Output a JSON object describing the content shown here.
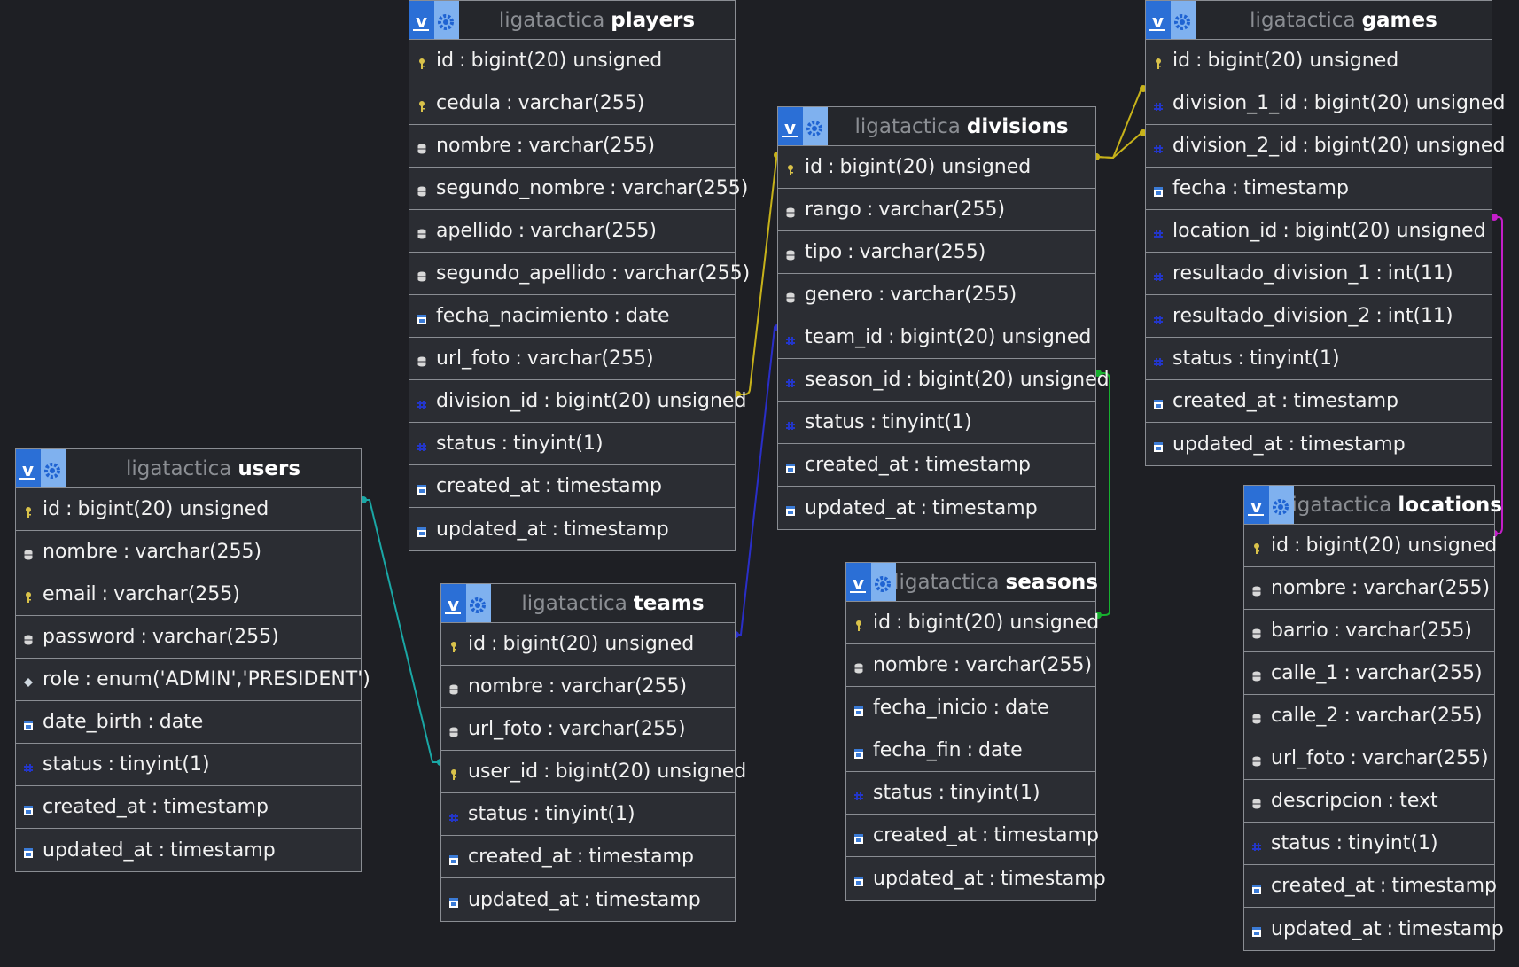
{
  "colors": {
    "background": "#1e1f24",
    "table_body": "#2b2d33",
    "border": "#8a8d93",
    "db_label": "#8b8e93",
    "key_icon": "#d9c24a",
    "link_yellow": "#c7b21a",
    "link_blue": "#2a2ec8",
    "link_green": "#17b02f",
    "link_magenta": "#c41ec9",
    "link_teal": "#1aa7a5"
  },
  "tables": [
    {
      "id": "users",
      "db": "ligatactica",
      "name": "users",
      "fields": [
        {
          "name": "id",
          "type": "bigint(20) unsigned",
          "icon": "key-icon"
        },
        {
          "name": "nombre",
          "type": "varchar(255)",
          "icon": "string-icon"
        },
        {
          "name": "email",
          "type": "varchar(255)",
          "icon": "key-icon"
        },
        {
          "name": "password",
          "type": "varchar(255)",
          "icon": "string-icon"
        },
        {
          "name": "role",
          "type": "enum('ADMIN','PRESIDENT')",
          "icon": "enum-icon"
        },
        {
          "name": "date_birth",
          "type": "date",
          "icon": "date-icon"
        },
        {
          "name": "status",
          "type": "tinyint(1)",
          "icon": "number-icon"
        },
        {
          "name": "created_at",
          "type": "timestamp",
          "icon": "date-icon"
        },
        {
          "name": "updated_at",
          "type": "timestamp",
          "icon": "date-icon"
        }
      ]
    },
    {
      "id": "players",
      "db": "ligatactica",
      "name": "players",
      "fields": [
        {
          "name": "id",
          "type": "bigint(20) unsigned",
          "icon": "key-icon"
        },
        {
          "name": "cedula",
          "type": "varchar(255)",
          "icon": "key-icon"
        },
        {
          "name": "nombre",
          "type": "varchar(255)",
          "icon": "string-icon"
        },
        {
          "name": "segundo_nombre",
          "type": "varchar(255)",
          "icon": "string-icon"
        },
        {
          "name": "apellido",
          "type": "varchar(255)",
          "icon": "string-icon"
        },
        {
          "name": "segundo_apellido",
          "type": "varchar(255)",
          "icon": "string-icon"
        },
        {
          "name": "fecha_nacimiento",
          "type": "date",
          "icon": "date-icon"
        },
        {
          "name": "url_foto",
          "type": "varchar(255)",
          "icon": "string-icon"
        },
        {
          "name": "division_id",
          "type": "bigint(20) unsigned",
          "icon": "number-icon"
        },
        {
          "name": "status",
          "type": "tinyint(1)",
          "icon": "number-icon"
        },
        {
          "name": "created_at",
          "type": "timestamp",
          "icon": "date-icon"
        },
        {
          "name": "updated_at",
          "type": "timestamp",
          "icon": "date-icon"
        }
      ]
    },
    {
      "id": "teams",
      "db": "ligatactica",
      "name": "teams",
      "fields": [
        {
          "name": "id",
          "type": "bigint(20) unsigned",
          "icon": "key-icon"
        },
        {
          "name": "nombre",
          "type": "varchar(255)",
          "icon": "string-icon"
        },
        {
          "name": "url_foto",
          "type": "varchar(255)",
          "icon": "string-icon"
        },
        {
          "name": "user_id",
          "type": "bigint(20) unsigned",
          "icon": "key-icon"
        },
        {
          "name": "status",
          "type": "tinyint(1)",
          "icon": "number-icon"
        },
        {
          "name": "created_at",
          "type": "timestamp",
          "icon": "date-icon"
        },
        {
          "name": "updated_at",
          "type": "timestamp",
          "icon": "date-icon"
        }
      ]
    },
    {
      "id": "divisions",
      "db": "ligatactica",
      "name": "divisions",
      "fields": [
        {
          "name": "id",
          "type": "bigint(20) unsigned",
          "icon": "key-icon"
        },
        {
          "name": "rango",
          "type": "varchar(255)",
          "icon": "string-icon"
        },
        {
          "name": "tipo",
          "type": "varchar(255)",
          "icon": "string-icon"
        },
        {
          "name": "genero",
          "type": "varchar(255)",
          "icon": "string-icon"
        },
        {
          "name": "team_id",
          "type": "bigint(20) unsigned",
          "icon": "number-icon"
        },
        {
          "name": "season_id",
          "type": "bigint(20) unsigned",
          "icon": "number-icon"
        },
        {
          "name": "status",
          "type": "tinyint(1)",
          "icon": "number-icon"
        },
        {
          "name": "created_at",
          "type": "timestamp",
          "icon": "date-icon"
        },
        {
          "name": "updated_at",
          "type": "timestamp",
          "icon": "date-icon"
        }
      ]
    },
    {
      "id": "seasons",
      "db": "ligatactica",
      "name": "seasons",
      "fields": [
        {
          "name": "id",
          "type": "bigint(20) unsigned",
          "icon": "key-icon"
        },
        {
          "name": "nombre",
          "type": "varchar(255)",
          "icon": "string-icon"
        },
        {
          "name": "fecha_inicio",
          "type": "date",
          "icon": "date-icon"
        },
        {
          "name": "fecha_fin",
          "type": "date",
          "icon": "date-icon"
        },
        {
          "name": "status",
          "type": "tinyint(1)",
          "icon": "number-icon"
        },
        {
          "name": "created_at",
          "type": "timestamp",
          "icon": "date-icon"
        },
        {
          "name": "updated_at",
          "type": "timestamp",
          "icon": "date-icon"
        }
      ]
    },
    {
      "id": "games",
      "db": "ligatactica",
      "name": "games",
      "fields": [
        {
          "name": "id",
          "type": "bigint(20) unsigned",
          "icon": "key-icon"
        },
        {
          "name": "division_1_id",
          "type": "bigint(20) unsigned",
          "icon": "number-icon"
        },
        {
          "name": "division_2_id",
          "type": "bigint(20) unsigned",
          "icon": "number-icon"
        },
        {
          "name": "fecha",
          "type": "timestamp",
          "icon": "date-icon"
        },
        {
          "name": "location_id",
          "type": "bigint(20) unsigned",
          "icon": "number-icon"
        },
        {
          "name": "resultado_division_1",
          "type": "int(11)",
          "icon": "number-icon"
        },
        {
          "name": "resultado_division_2",
          "type": "int(11)",
          "icon": "number-icon"
        },
        {
          "name": "status",
          "type": "tinyint(1)",
          "icon": "number-icon"
        },
        {
          "name": "created_at",
          "type": "timestamp",
          "icon": "date-icon"
        },
        {
          "name": "updated_at",
          "type": "timestamp",
          "icon": "date-icon"
        }
      ]
    },
    {
      "id": "locations",
      "db": "ligatactica",
      "name": "locations",
      "fields": [
        {
          "name": "id",
          "type": "bigint(20) unsigned",
          "icon": "key-icon"
        },
        {
          "name": "nombre",
          "type": "varchar(255)",
          "icon": "string-icon"
        },
        {
          "name": "barrio",
          "type": "varchar(255)",
          "icon": "string-icon"
        },
        {
          "name": "calle_1",
          "type": "varchar(255)",
          "icon": "string-icon"
        },
        {
          "name": "calle_2",
          "type": "varchar(255)",
          "icon": "string-icon"
        },
        {
          "name": "url_foto",
          "type": "varchar(255)",
          "icon": "string-icon"
        },
        {
          "name": "descripcion",
          "type": "text",
          "icon": "string-icon"
        },
        {
          "name": "status",
          "type": "tinyint(1)",
          "icon": "number-icon"
        },
        {
          "name": "created_at",
          "type": "timestamp",
          "icon": "date-icon"
        },
        {
          "name": "updated_at",
          "type": "timestamp",
          "icon": "date-icon"
        }
      ]
    }
  ],
  "relations": [
    {
      "from": "players.division_id",
      "to": "divisions.id",
      "color": "#c7b21a"
    },
    {
      "from": "divisions.id",
      "to": "games.division_1_id",
      "color": "#c7b21a"
    },
    {
      "from": "divisions.id",
      "to": "games.division_2_id",
      "color": "#c7b21a"
    },
    {
      "from": "teams.id",
      "to": "divisions.team_id",
      "color": "#2a2ec8"
    },
    {
      "from": "seasons.id",
      "to": "divisions.season_id",
      "color": "#17b02f"
    },
    {
      "from": "locations.id",
      "to": "games.location_id",
      "color": "#c41ec9"
    },
    {
      "from": "users.id",
      "to": "teams.user_id",
      "color": "#1aa7a5"
    }
  ]
}
